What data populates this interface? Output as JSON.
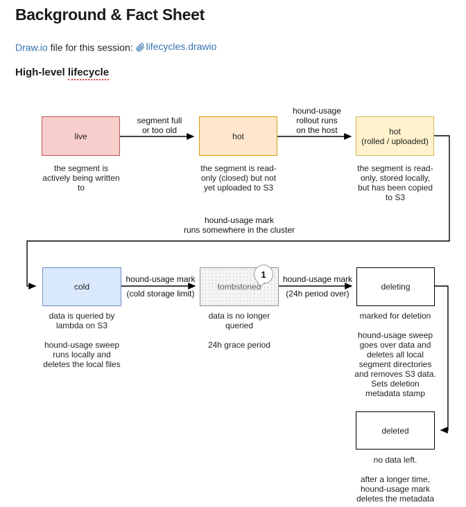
{
  "page": {
    "title": "Background & Fact Sheet",
    "intro": {
      "drawio_link": "Draw.io",
      "middle_text": " file for this session: ",
      "attachment_name": "lifecycles.drawio"
    },
    "section_heading": {
      "prefix": "High-level ",
      "misspelled_word": "lifecycle"
    }
  },
  "diagram": {
    "nodes": {
      "live": {
        "label": "live",
        "caption": "the segment is\nactively being written\nto"
      },
      "hot": {
        "label": "hot",
        "caption": "the segment is read-\nonly (closed) but not\nyet uploaded to S3"
      },
      "hot_rolled": {
        "label": "hot\n(rolled / uploaded)",
        "caption": "the segment is read-\nonly, stored locally,\nbut has been copied\nto S3"
      },
      "cold": {
        "label": "cold",
        "caption": "data is queried by\nlambda on S3\n\nhound-usage sweep\nruns locally and\ndeletes the local files"
      },
      "tombstoned": {
        "label": "tombstoned",
        "badge_count": "1",
        "caption": "data is no longer\nqueried\n\n24h grace period"
      },
      "deleting": {
        "label": "deleting",
        "caption": "marked for deletion\n\nhound-usage sweep\ngoes over data and\ndeletes all local\nsegment directories\nand removes S3 data.\nSets deletion\nmetadata stamp"
      },
      "deleted": {
        "label": "deleted",
        "caption": "no data left.\n\nafter a longer time,\nhound-usage mark\ndeletes the metadata"
      }
    },
    "edges": {
      "live_to_hot": "segment full\nor too old",
      "hot_to_rolled": "hound-usage\nrollout runs\non the host",
      "rolled_to_cold": "hound-usage mark\nruns somewhere in the cluster",
      "cold_to_tombstoned_top": "hound-usage mark",
      "cold_to_tombstoned_bottom": "(cold storage limit)",
      "tombstoned_to_deleting_top": "hound-usage mark",
      "tombstoned_to_deleting_bottom": "(24h period over)"
    },
    "colors": {
      "live_fill": "#f8cecc",
      "live_border": "#b85450",
      "hot_fill": "#ffe6cc",
      "hot_border": "#d79b00",
      "hot_rolled_fill": "#fff2cc",
      "hot_rolled_border": "#d6b656",
      "cold_fill": "#dae8fc",
      "cold_border": "#6c8ebf",
      "tombstoned_fill": "#f5f5f5",
      "tombstoned_border": "#909090",
      "plain_fill": "#ffffff",
      "plain_border": "#000000",
      "link_blue": "#3572b0",
      "spellcheck_red": "#e53935"
    }
  }
}
